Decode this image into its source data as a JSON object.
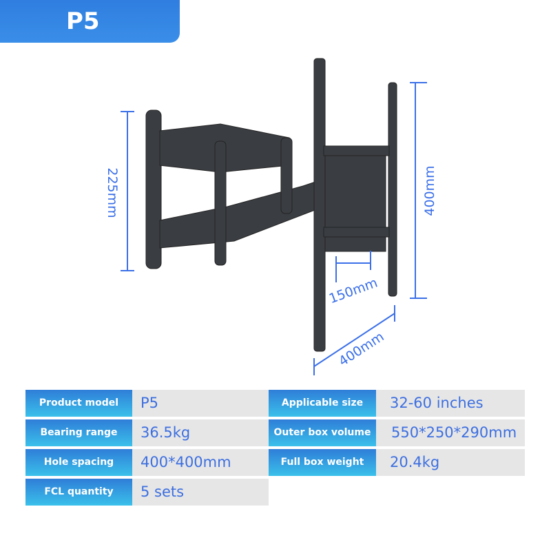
{
  "title": "P5",
  "dimensions": {
    "arm_height": "225mm",
    "plate_height": "400mm",
    "inner_width": "150mm",
    "plate_width": "400mm"
  },
  "specs": [
    {
      "label": "Product model",
      "value": "P5"
    },
    {
      "label": "Applicable size",
      "value": "32-60 inches"
    },
    {
      "label": "Bearing range",
      "value": "36.5kg"
    },
    {
      "label": "Outer box volume",
      "value": "550*250*290mm"
    },
    {
      "label": "Hole spacing",
      "value": "400*400mm"
    },
    {
      "label": "Full box weight",
      "value": "20.4kg"
    },
    {
      "label": "FCL quantity",
      "value": "5 sets"
    }
  ]
}
